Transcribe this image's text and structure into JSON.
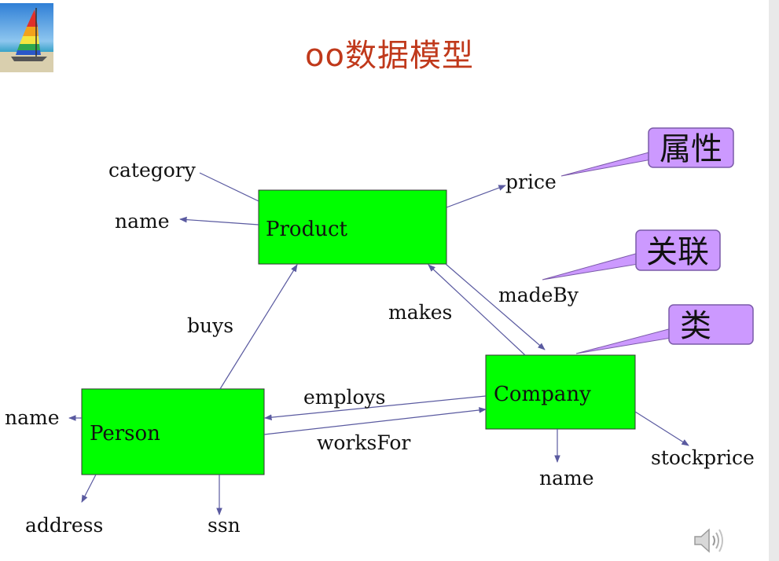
{
  "title": "oo数据模型",
  "classes": {
    "product": "Product",
    "company": "Company",
    "person": "Person"
  },
  "attributes": {
    "product_category": "category",
    "product_name": "name",
    "product_price": "price",
    "person_name": "name",
    "person_address": "address",
    "person_ssn": "ssn",
    "company_name": "name",
    "company_stockprice": "stockprice"
  },
  "relations": {
    "buys": "buys",
    "makes": "makes",
    "madeBy": "madeBy",
    "employs": "employs",
    "worksFor": "worksFor"
  },
  "callouts": {
    "attribute": "属性",
    "association": "关联",
    "class": "类"
  },
  "colors": {
    "box_fill": "#00ff00",
    "callout_fill": "#cc99ff",
    "title": "#c0391b",
    "arrow": "#5a5aa0"
  },
  "icons": [
    "sailboat-logo-icon",
    "speaker-icon"
  ]
}
